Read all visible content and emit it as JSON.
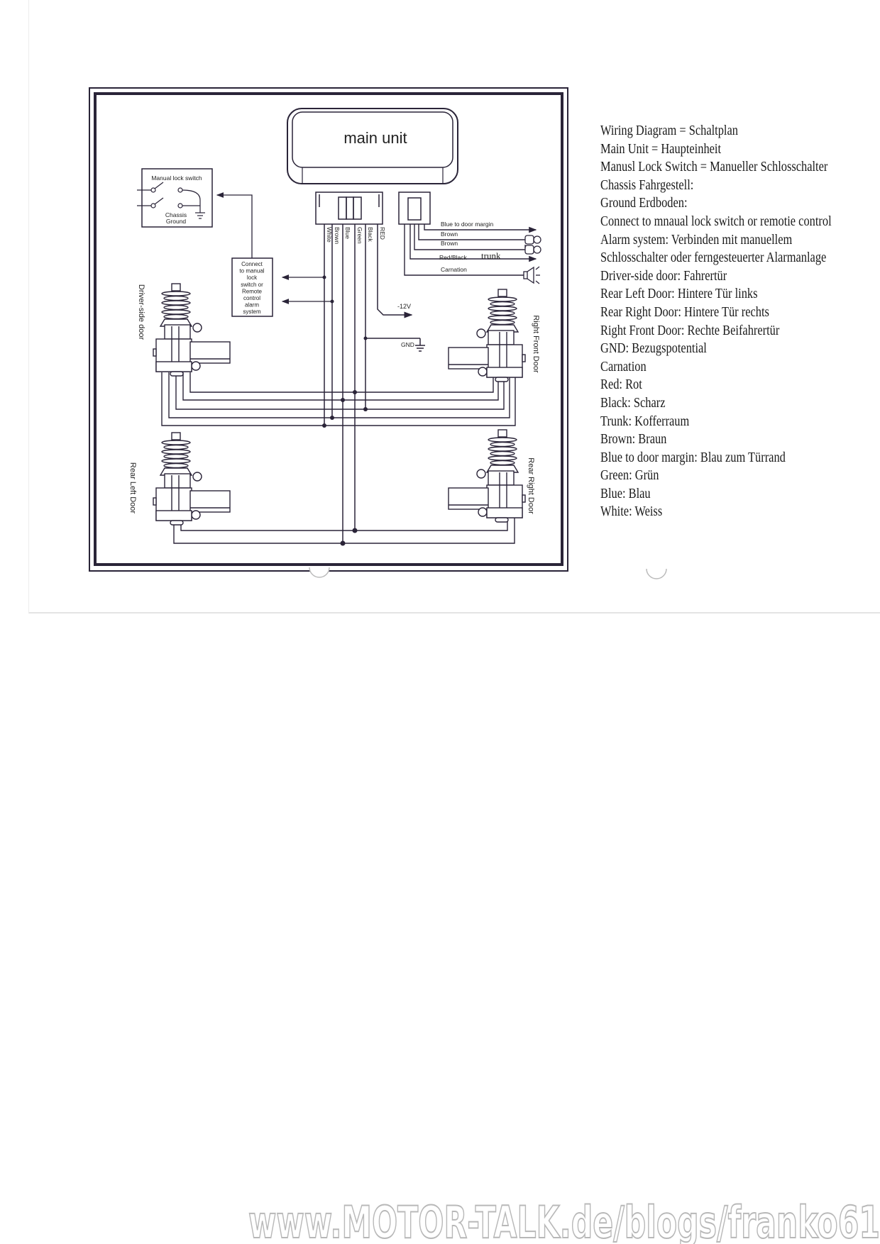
{
  "diagram": {
    "main_unit": "main unit",
    "manual_switch": {
      "title": "Manual lock switch",
      "chassis": "Chassis",
      "ground": "Ground"
    },
    "connect_box": [
      "Connect",
      "to manual",
      "lock",
      "switch or",
      "Remote",
      "control",
      "alarm",
      "system"
    ],
    "wires_left": [
      "White",
      "Brown",
      "Blue",
      "Green",
      "Black",
      "RED"
    ],
    "wires_right": {
      "blue_margin": "Blue to door margin",
      "brown1": "Brown",
      "brown2": "Brown",
      "red_black": "Red/Black",
      "trunk": "trunk",
      "carnation": "Carnation"
    },
    "minus12v": "-12V",
    "gnd": "GND",
    "doors": {
      "driver": "Driver-side door",
      "right_front": "Right Front Door",
      "rear_left": "Rear Left Door",
      "rear_right": "Rear Right Door"
    }
  },
  "legend": [
    "Wiring Diagram = Schaltplan",
    "Main Unit = Haupteinheit",
    "Manusl Lock Switch = Manueller Schlosschalter",
    "Chassis Fahrgestell:",
    "Ground Erdboden:",
    "Connect to mnaual lock switch or remotie control",
    "Alarm system: Verbinden mit manuellem",
    "Schlosschalter oder ferngesteuerter Alarmanlage",
    "Driver-side door: Fahrertür",
    "Rear Left Door: Hintere Tür links",
    "Rear Right Door: Hintere Tür rechts",
    "Right Front Door: Rechte Beifahrertür",
    "GND: Bezugspotential",
    "Carnation",
    "Red: Rot",
    "Black: Scharz",
    "Trunk: Kofferraum",
    "Brown: Braun",
    "Blue to door margin: Blau zum Türrand",
    "Green: Grün",
    "Blue: Blau",
    "White: Weiss"
  ],
  "watermark": "www.MOTOR-TALK.de/blogs/franko61",
  "colors": {
    "ink": "#2a2438",
    "paper": "#ffffff"
  }
}
